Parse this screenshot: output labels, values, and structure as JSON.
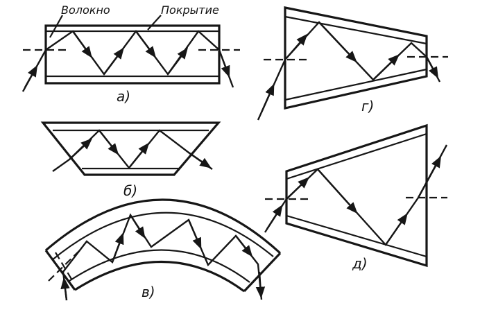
{
  "labels": {
    "fiber": "Волокно",
    "coating": "Покрытие"
  },
  "captions": {
    "a": "а)",
    "b": "б)",
    "v": "в)",
    "g": "г)",
    "d": "д)"
  }
}
